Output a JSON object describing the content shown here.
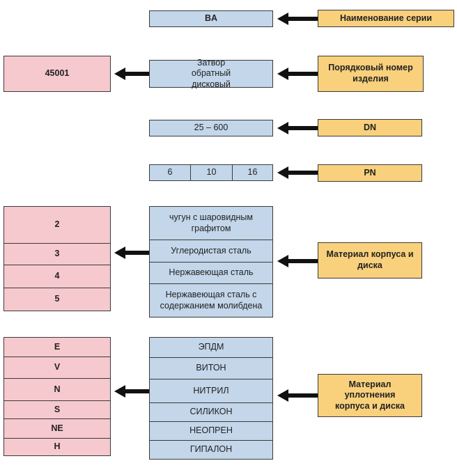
{
  "series": {
    "code": "BA",
    "label": "Наименование серии"
  },
  "product": {
    "code": "45001",
    "name": "Затвор обратный дисковый",
    "label": "Порядковый номер изделия"
  },
  "dn": {
    "value": "25 – 600",
    "label": "DN"
  },
  "pn": {
    "values": [
      "6",
      "10",
      "16"
    ],
    "label": "PN"
  },
  "body_material": {
    "codes": [
      "2",
      "3",
      "4",
      "5"
    ],
    "materials": [
      "чугун с шаровидным графитом",
      "Углеродистая сталь",
      "Нержавеющая сталь",
      "Нержавеющая сталь с содержанием молибдена"
    ],
    "label": "Материал корпуса и диска"
  },
  "seal_material": {
    "codes": [
      "E",
      "V",
      "N",
      "S",
      "NE",
      "H"
    ],
    "materials": [
      "ЭПДМ",
      "ВИТОН",
      "НИТРИЛ",
      "СИЛИКОН",
      "НЕОПРЕН",
      "ГИПАЛОН"
    ],
    "label": "Материал уплотнения корпуса и диска"
  },
  "colors": {
    "blue": "#c3d6ea",
    "pink": "#f6c9cf",
    "gold": "#f9d07c",
    "arrow": "#111111"
  }
}
